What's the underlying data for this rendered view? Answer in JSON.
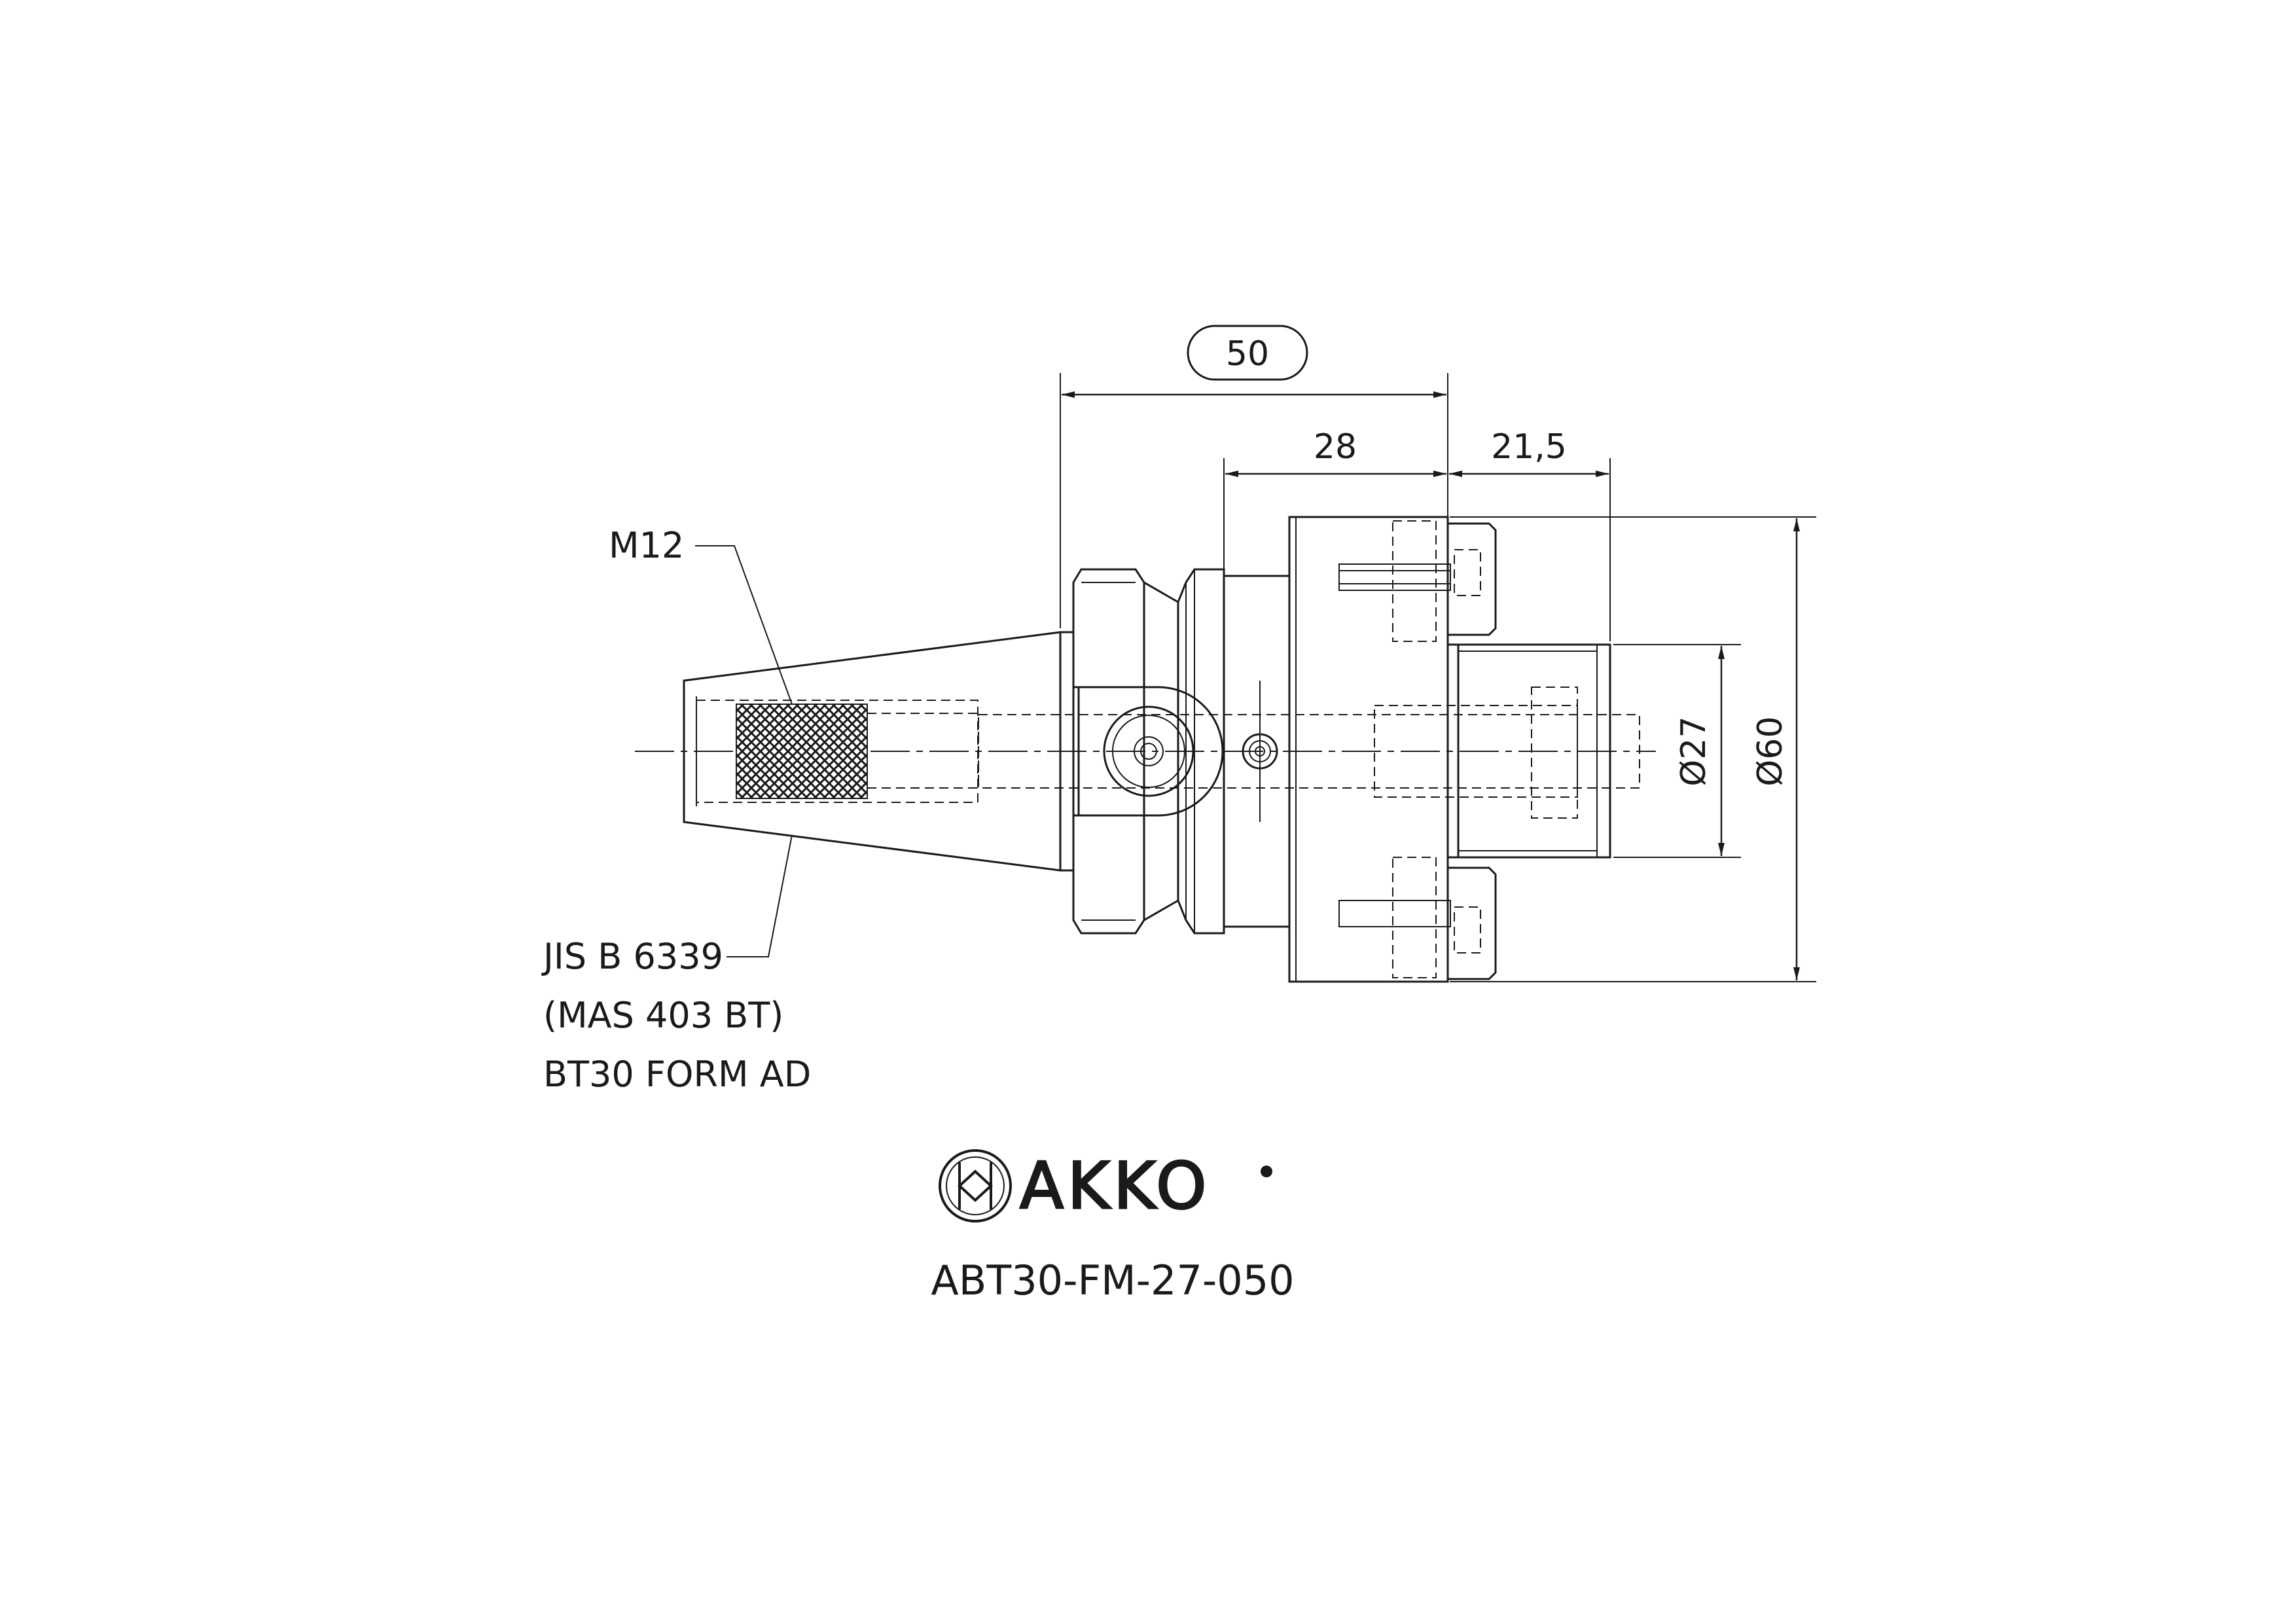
{
  "drawing": {
    "dimensions": {
      "overall_length": "50",
      "shank_length": "28",
      "projection": "21,5",
      "pilot_diameter": "Ø27",
      "flange_diameter": "Ø60"
    },
    "labels": {
      "thread": "M12",
      "standard_line1": "JIS B 6339",
      "standard_line2": "(MAS 403 BT)",
      "standard_line3": "BT30 FORM AD"
    },
    "brand": "AKKO",
    "part_number": "ABT30-FM-27-050"
  }
}
